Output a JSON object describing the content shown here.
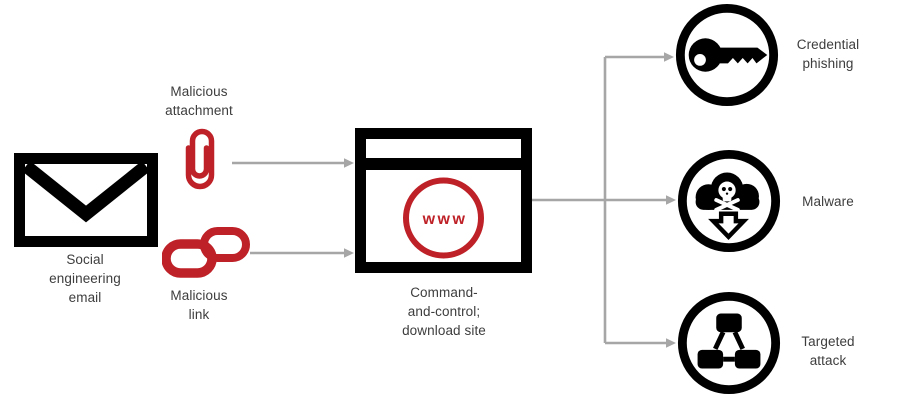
{
  "diagram": {
    "description": "Attack-chain flow diagram from social engineering email to payload outcomes",
    "colors": {
      "icon_black": "#000000",
      "accent_red": "#be2127",
      "arrow_gray": "#a6a6a6",
      "label_text": "#3d3d3d",
      "background": "#ffffff"
    },
    "nodes": {
      "email": {
        "icon": "envelope-icon",
        "lines": [
          "Social",
          "engineering",
          "email"
        ]
      },
      "attachment": {
        "icon": "paperclip-icon",
        "lines": [
          "Malicious",
          "attachment"
        ]
      },
      "link": {
        "icon": "chain-link-icon",
        "lines": [
          "Malicious",
          "link"
        ]
      },
      "c2": {
        "icon": "browser-window-icon",
        "badge": "www",
        "lines": [
          "Command-",
          "and-control;",
          "download site"
        ]
      },
      "credential_phishing": {
        "icon": "key-icon",
        "lines": [
          "Credential",
          "phishing"
        ]
      },
      "malware": {
        "icon": "skull-cloud-download-icon",
        "lines": [
          "Malware"
        ]
      },
      "targeted_attack": {
        "icon": "network-nodes-icon",
        "lines": [
          "Targeted",
          "attack"
        ]
      }
    }
  }
}
